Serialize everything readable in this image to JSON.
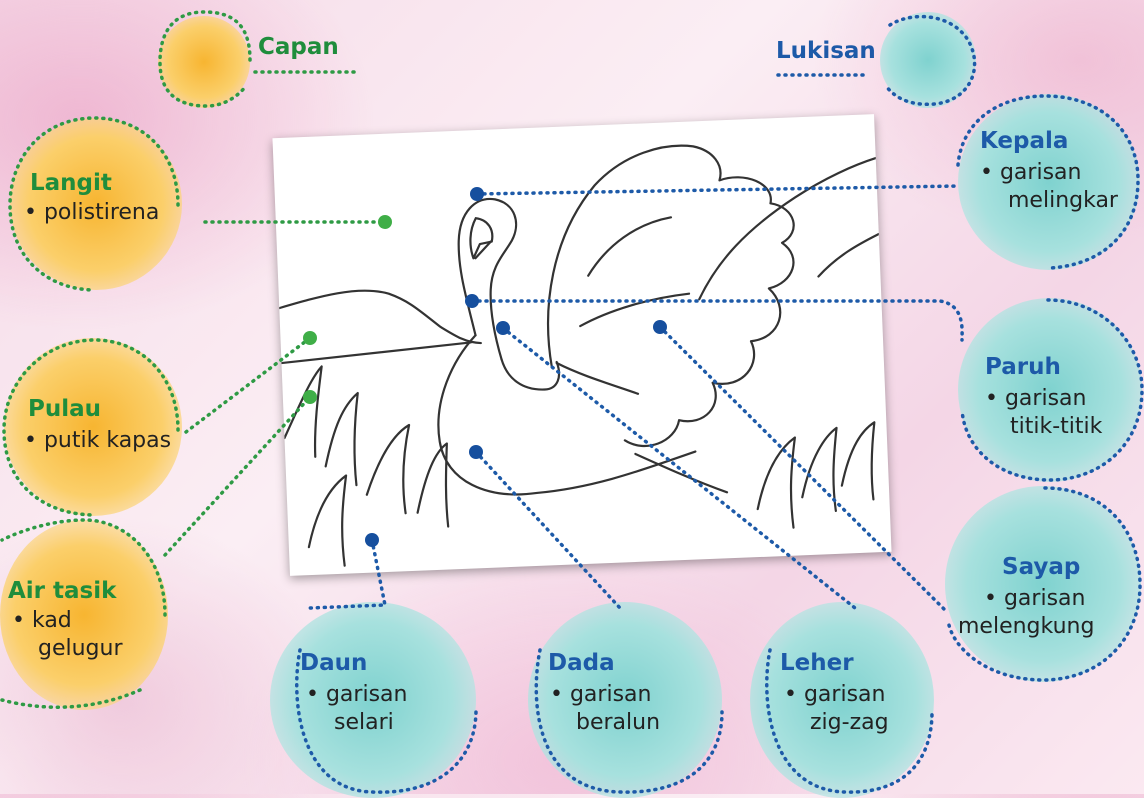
{
  "legend": {
    "capan": {
      "label": "Capan",
      "color": "#f9c04a"
    },
    "lukisan": {
      "label": "Lukisan",
      "color": "#8fd8d5"
    }
  },
  "capan_items": [
    {
      "title": "Langit",
      "lines": [
        "• polistirena"
      ]
    },
    {
      "title": "Pulau",
      "lines": [
        "• putik kapas"
      ]
    },
    {
      "title": "Air tasik",
      "lines": [
        "• kad",
        "gelugur"
      ]
    }
  ],
  "lukisan_items": [
    {
      "title": "Kepala",
      "lines": [
        "• garisan",
        "melingkar"
      ]
    },
    {
      "title": "Paruh",
      "lines": [
        "• garisan",
        "titik-titik"
      ]
    },
    {
      "title": "Sayap",
      "lines": [
        "• garisan",
        "melengkung"
      ]
    },
    {
      "title": "Daun",
      "lines": [
        "• garisan",
        "selari"
      ]
    },
    {
      "title": "Dada",
      "lines": [
        "• garisan",
        "beralun"
      ]
    },
    {
      "title": "Leher",
      "lines": [
        "• garisan",
        "zig-zag"
      ]
    }
  ],
  "colors": {
    "green_dot": "#3fae47",
    "green_line": "#2e9a44",
    "blue_dot": "#164f9e",
    "blue_line": "#1d5aa8"
  },
  "picture": {
    "subject": "swan-drawing-icon"
  }
}
